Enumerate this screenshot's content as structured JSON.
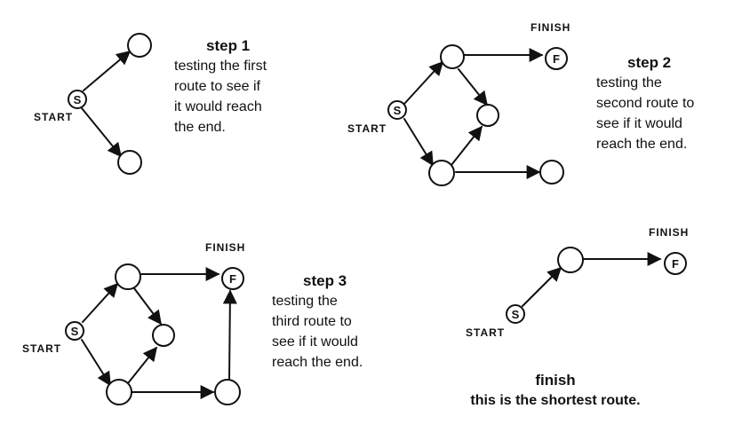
{
  "labels": {
    "start": "START",
    "finish": "FINISH",
    "start_node": "S",
    "finish_node": "F"
  },
  "step1": {
    "title": "step 1",
    "lines": [
      "testing the first",
      "route to see if",
      "it would reach",
      "the end."
    ]
  },
  "step2": {
    "title": "step 2",
    "lines": [
      "testing the",
      "second route to",
      "see if it would",
      "reach the end."
    ]
  },
  "step3": {
    "title": "step 3",
    "lines": [
      "testing the",
      "third route to",
      "see if it would",
      "reach the end."
    ]
  },
  "finish": {
    "title": "finish",
    "lines": [
      "this is the shortest route."
    ]
  }
}
